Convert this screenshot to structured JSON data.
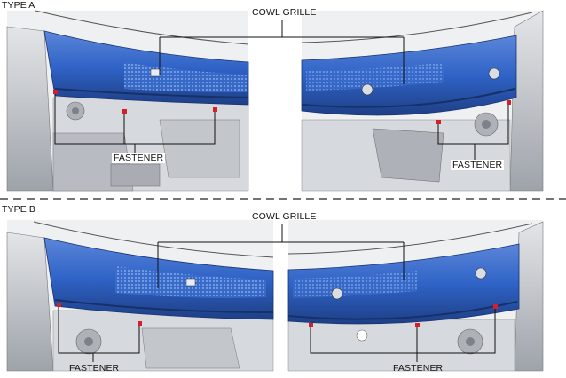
{
  "type_a": {
    "heading": "TYPE A",
    "cowl_label": "COWL GRILLE",
    "fastener_label_left": "FASTENER",
    "fastener_label_right": "FASTENER"
  },
  "type_b": {
    "heading": "TYPE B",
    "cowl_label": "COWL GRILLE",
    "fastener_label_left": "FASTENER",
    "fastener_label_right": "FASTENER"
  },
  "colors": {
    "cowl_blue": "#2f63c6",
    "cowl_dark": "#1e3f86",
    "body_grey": "#c9cdd2",
    "fastener_red": "#d21f2a",
    "divider": "#222222"
  }
}
